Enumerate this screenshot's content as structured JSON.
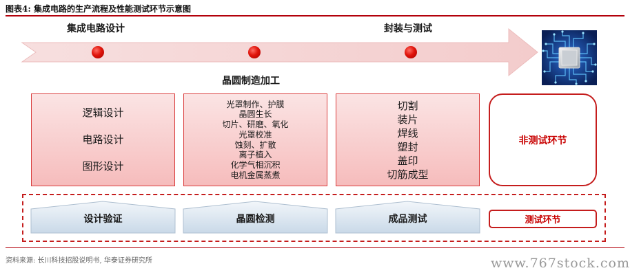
{
  "figure": {
    "title": "图表4:   集成电路的生产流程及性能测试环节示意图",
    "source": "资料来源: 长川科技招股说明书, 华泰证券研究所",
    "watermark": "www.767stock.com"
  },
  "arrow": {
    "labels": {
      "design": "集成电路设计",
      "wafer": "晶圆制造加工",
      "packaging": "封装与测试"
    },
    "dot_color": "#e0140b"
  },
  "process_boxes": {
    "design": [
      "逻辑设计",
      "电路设计",
      "图形设计"
    ],
    "wafer": [
      "光罩制作、护膜",
      "晶圆生长",
      "切片、研磨、氧化",
      "光罩校准",
      "蚀刻、扩散",
      "离子植入",
      "化学气相沉积",
      "电机金属蒸煮"
    ],
    "packaging": [
      "切割",
      "装片",
      "焊线",
      "塑封",
      "盖印",
      "切筋成型"
    ]
  },
  "non_test_label": "非测试环节",
  "test_stages": [
    "设计验证",
    "晶圆检测",
    "成品测试"
  ],
  "test_label": "测试环节",
  "colors": {
    "accent": "#c51d1d",
    "box_fill": "#f6bcbc",
    "test_fill": "#dde8f2",
    "chip_bg": "#0f2a6b"
  }
}
